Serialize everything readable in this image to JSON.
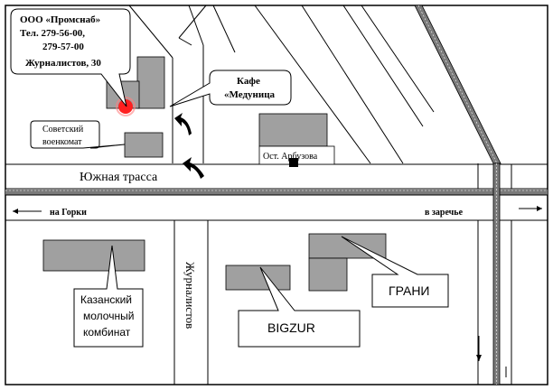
{
  "colors": {
    "building": "#a0a0a0",
    "marker": "#ff2020",
    "line": "#000000",
    "rail": "#7a7a7a",
    "background": "#ffffff"
  },
  "company_callout": {
    "name": "ООО «Промснаб»",
    "phone_1": "Тел. 279-56-00,",
    "phone_2": "279-57-00",
    "address": "Журналистов, 30"
  },
  "cafe_callout": {
    "line_1": "Кафе",
    "line_2": "«Медуница"
  },
  "voenkomat_callout": {
    "line_1": "Советский",
    "line_2": "военкомат"
  },
  "bus_stop": "Ост. Арбузова",
  "streets": {
    "main_road": "Южная трасса",
    "vertical_street": "Журналистов"
  },
  "directions": {
    "left": "на Горки",
    "right": "в заречье"
  },
  "kazan_callout": {
    "line_1": "Казанский",
    "line_2": "молочный",
    "line_3": "комбинат"
  },
  "bigzur_label": "BIGZUR",
  "grani_label": "ГРАНИ"
}
